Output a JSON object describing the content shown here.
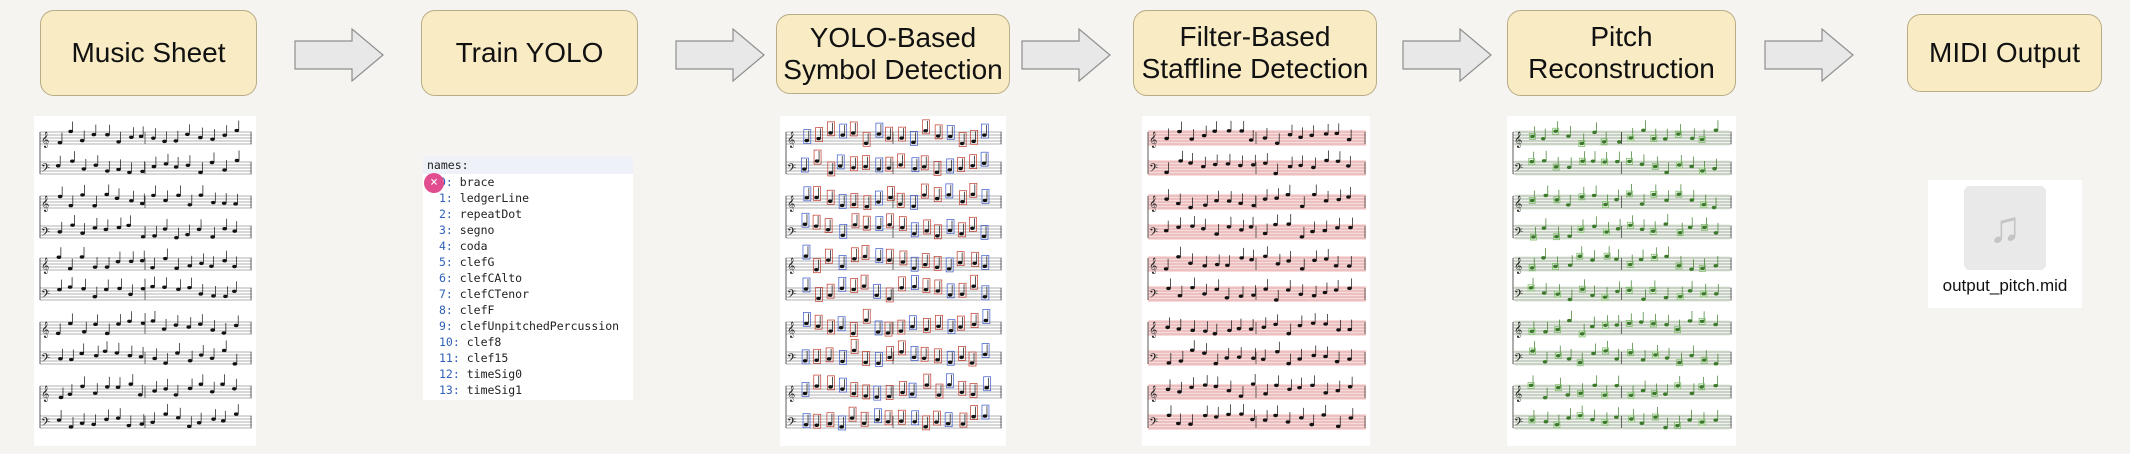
{
  "stages": [
    {
      "label": "Music Sheet"
    },
    {
      "label": "Train YOLO"
    },
    {
      "label": "YOLO-Based\nSymbol Detection"
    },
    {
      "label": "Filter-Based\nStaffline Detection"
    },
    {
      "label": "Pitch\nReconstruction"
    },
    {
      "label": "MIDI Output"
    }
  ],
  "colors": {
    "stage_fill": "#f9ecc5",
    "arrow_fill": "#e8e8e8",
    "detection_box": "#c0392b",
    "staffline_highlight": "#f2c4c4",
    "pitch_highlight": "#7fbf6a",
    "class_index": "#2f5fb8"
  },
  "yolo_config": {
    "header": "names:",
    "badge_icon": "close-icon",
    "classes": [
      {
        "index": "0:",
        "name": "brace"
      },
      {
        "index": "1:",
        "name": "ledgerLine"
      },
      {
        "index": "2:",
        "name": "repeatDot"
      },
      {
        "index": "3:",
        "name": "segno"
      },
      {
        "index": "4:",
        "name": "coda"
      },
      {
        "index": "5:",
        "name": "clefG"
      },
      {
        "index": "6:",
        "name": "clefCAlto"
      },
      {
        "index": "7:",
        "name": "clefCTenor"
      },
      {
        "index": "8:",
        "name": "clefF"
      },
      {
        "index": "9:",
        "name": "clefUnpitchedPercussion"
      },
      {
        "index": "10:",
        "name": "clef8"
      },
      {
        "index": "11:",
        "name": "clef15"
      },
      {
        "index": "12:",
        "name": "timeSig0"
      },
      {
        "index": "13:",
        "name": "timeSig1"
      }
    ]
  },
  "midi": {
    "icon": "music-note-icon",
    "filename": "output_pitch.mid"
  }
}
